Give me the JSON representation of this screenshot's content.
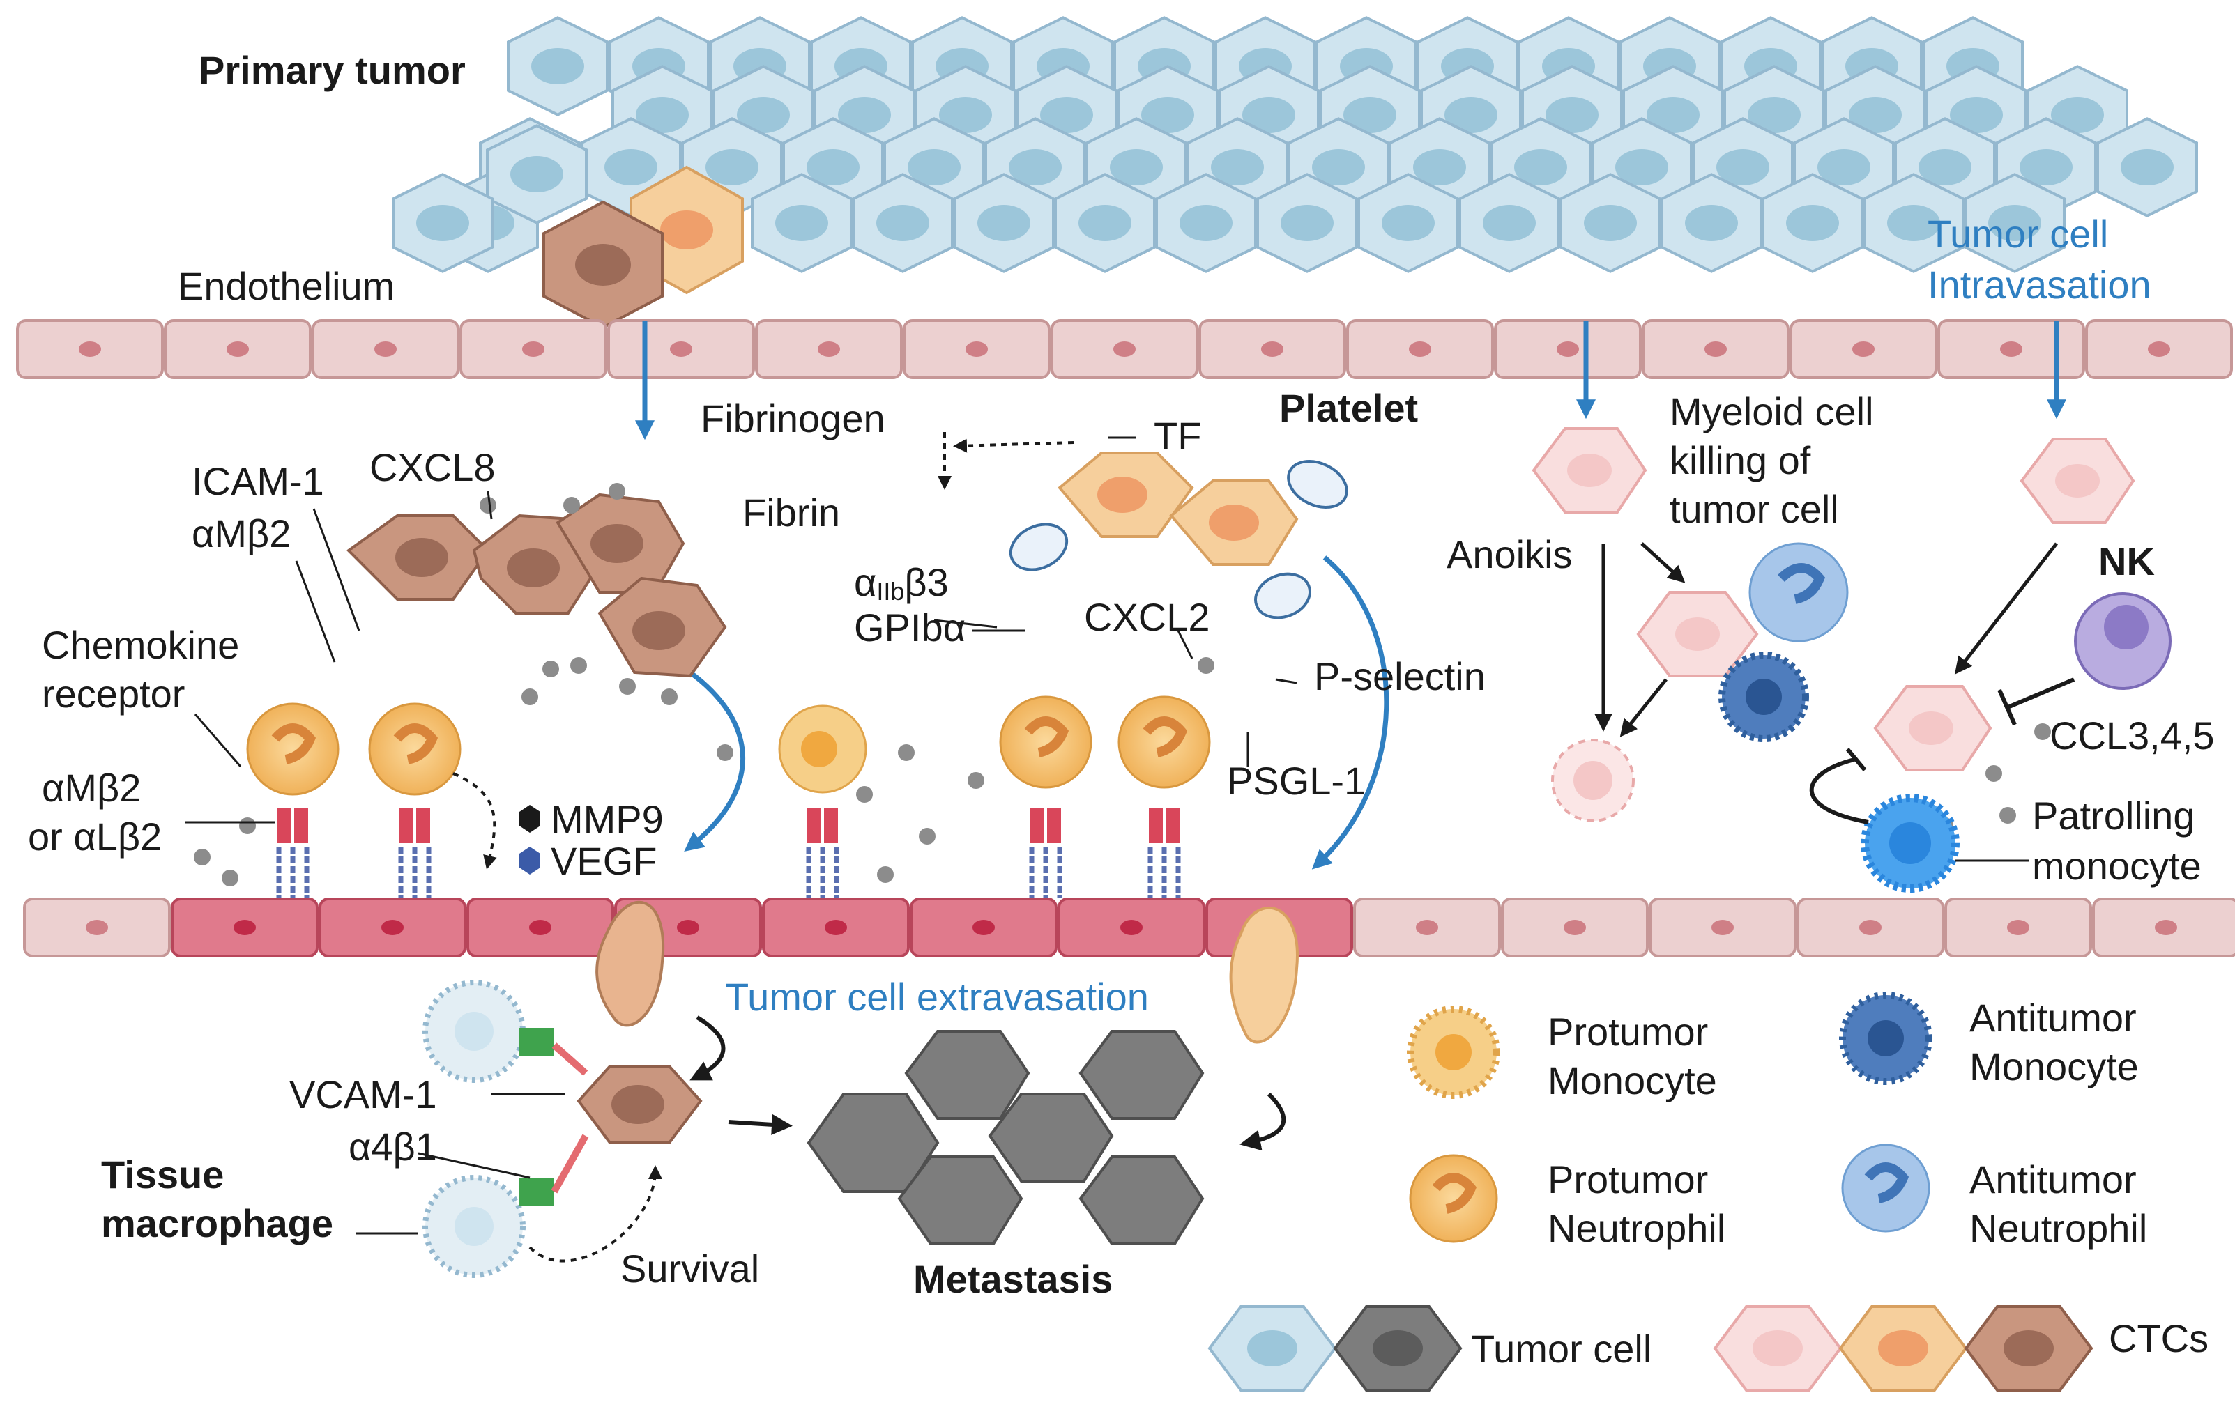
{
  "labels": {
    "primary_tumor": "Primary tumor",
    "endothelium": "Endothelium",
    "tumor_cell_intravasation_1": "Tumor cell",
    "tumor_cell_intravasation_2": "Intravasation",
    "fibrinogen": "Fibrinogen",
    "fibrin": "Fibrin",
    "tf": "TF",
    "platelet": "Platelet",
    "icam1": "ICAM-1",
    "amb2_top": "αMβ2",
    "cxcl8": "CXCL8",
    "chemokine_receptor_1": "Chemokine",
    "chemokine_receptor_2": "receptor",
    "amb2_or_alb2_1": "αMβ2",
    "amb2_or_alb2_2": "or αLβ2",
    "mmp9": "MMP9",
    "vegf": "VEGF",
    "aiib_b3_main": "α",
    "aiib_b3_sub": "IIb",
    "aiib_b3_tail": "β3",
    "gpiba": "GPIbα",
    "cxcl2": "CXCL2",
    "p_selectin": "P-selectin",
    "psgl1": "PSGL-1",
    "myeloid_1": "Myeloid cell",
    "myeloid_2": "killing of",
    "myeloid_3": "tumor cell",
    "anoikis": "Anoikis",
    "nk": "NK",
    "ccl345": "CCL3,4,5",
    "patrolling_1": "Patrolling",
    "patrolling_2": "monocyte",
    "tumor_cell_extravasation": "Tumor cell extravasation",
    "vcam1": "VCAM-1",
    "a4b1": "α4β1",
    "tissue_macrophage_1": "Tissue",
    "tissue_macrophage_2": "macrophage",
    "survival": "Survival",
    "metastasis": "Metastasis"
  },
  "legend": {
    "protumor_monocyte_1": "Protumor",
    "protumor_monocyte_2": "Monocyte",
    "antitumor_monocyte_1": "Antitumor",
    "antitumor_monocyte_2": "Monocyte",
    "protumor_neutrophil_1": "Protumor",
    "protumor_neutrophil_2": "Neutrophil",
    "antitumor_neutrophil_1": "Antitumor",
    "antitumor_neutrophil_2": "Neutrophil",
    "tumor_cell": "Tumor cell",
    "ctcs": "CTCs"
  },
  "colors": {
    "tumor_blue": "#cfe4ef",
    "tumor_blue_nucleus": "#9cc6da",
    "endo_pale": "#ecd0d0",
    "endo_active": "#e07a8c",
    "ctc_pink": "#f9dede",
    "ctc_orange": "#f6cf9c",
    "ctc_brown": "#c9967f",
    "metastasis_gray": "#7d7d7d",
    "arrow_blue": "#2f7fc1",
    "integrin_red": "#d9465a",
    "ligand_blue": "#5a6fb0"
  }
}
